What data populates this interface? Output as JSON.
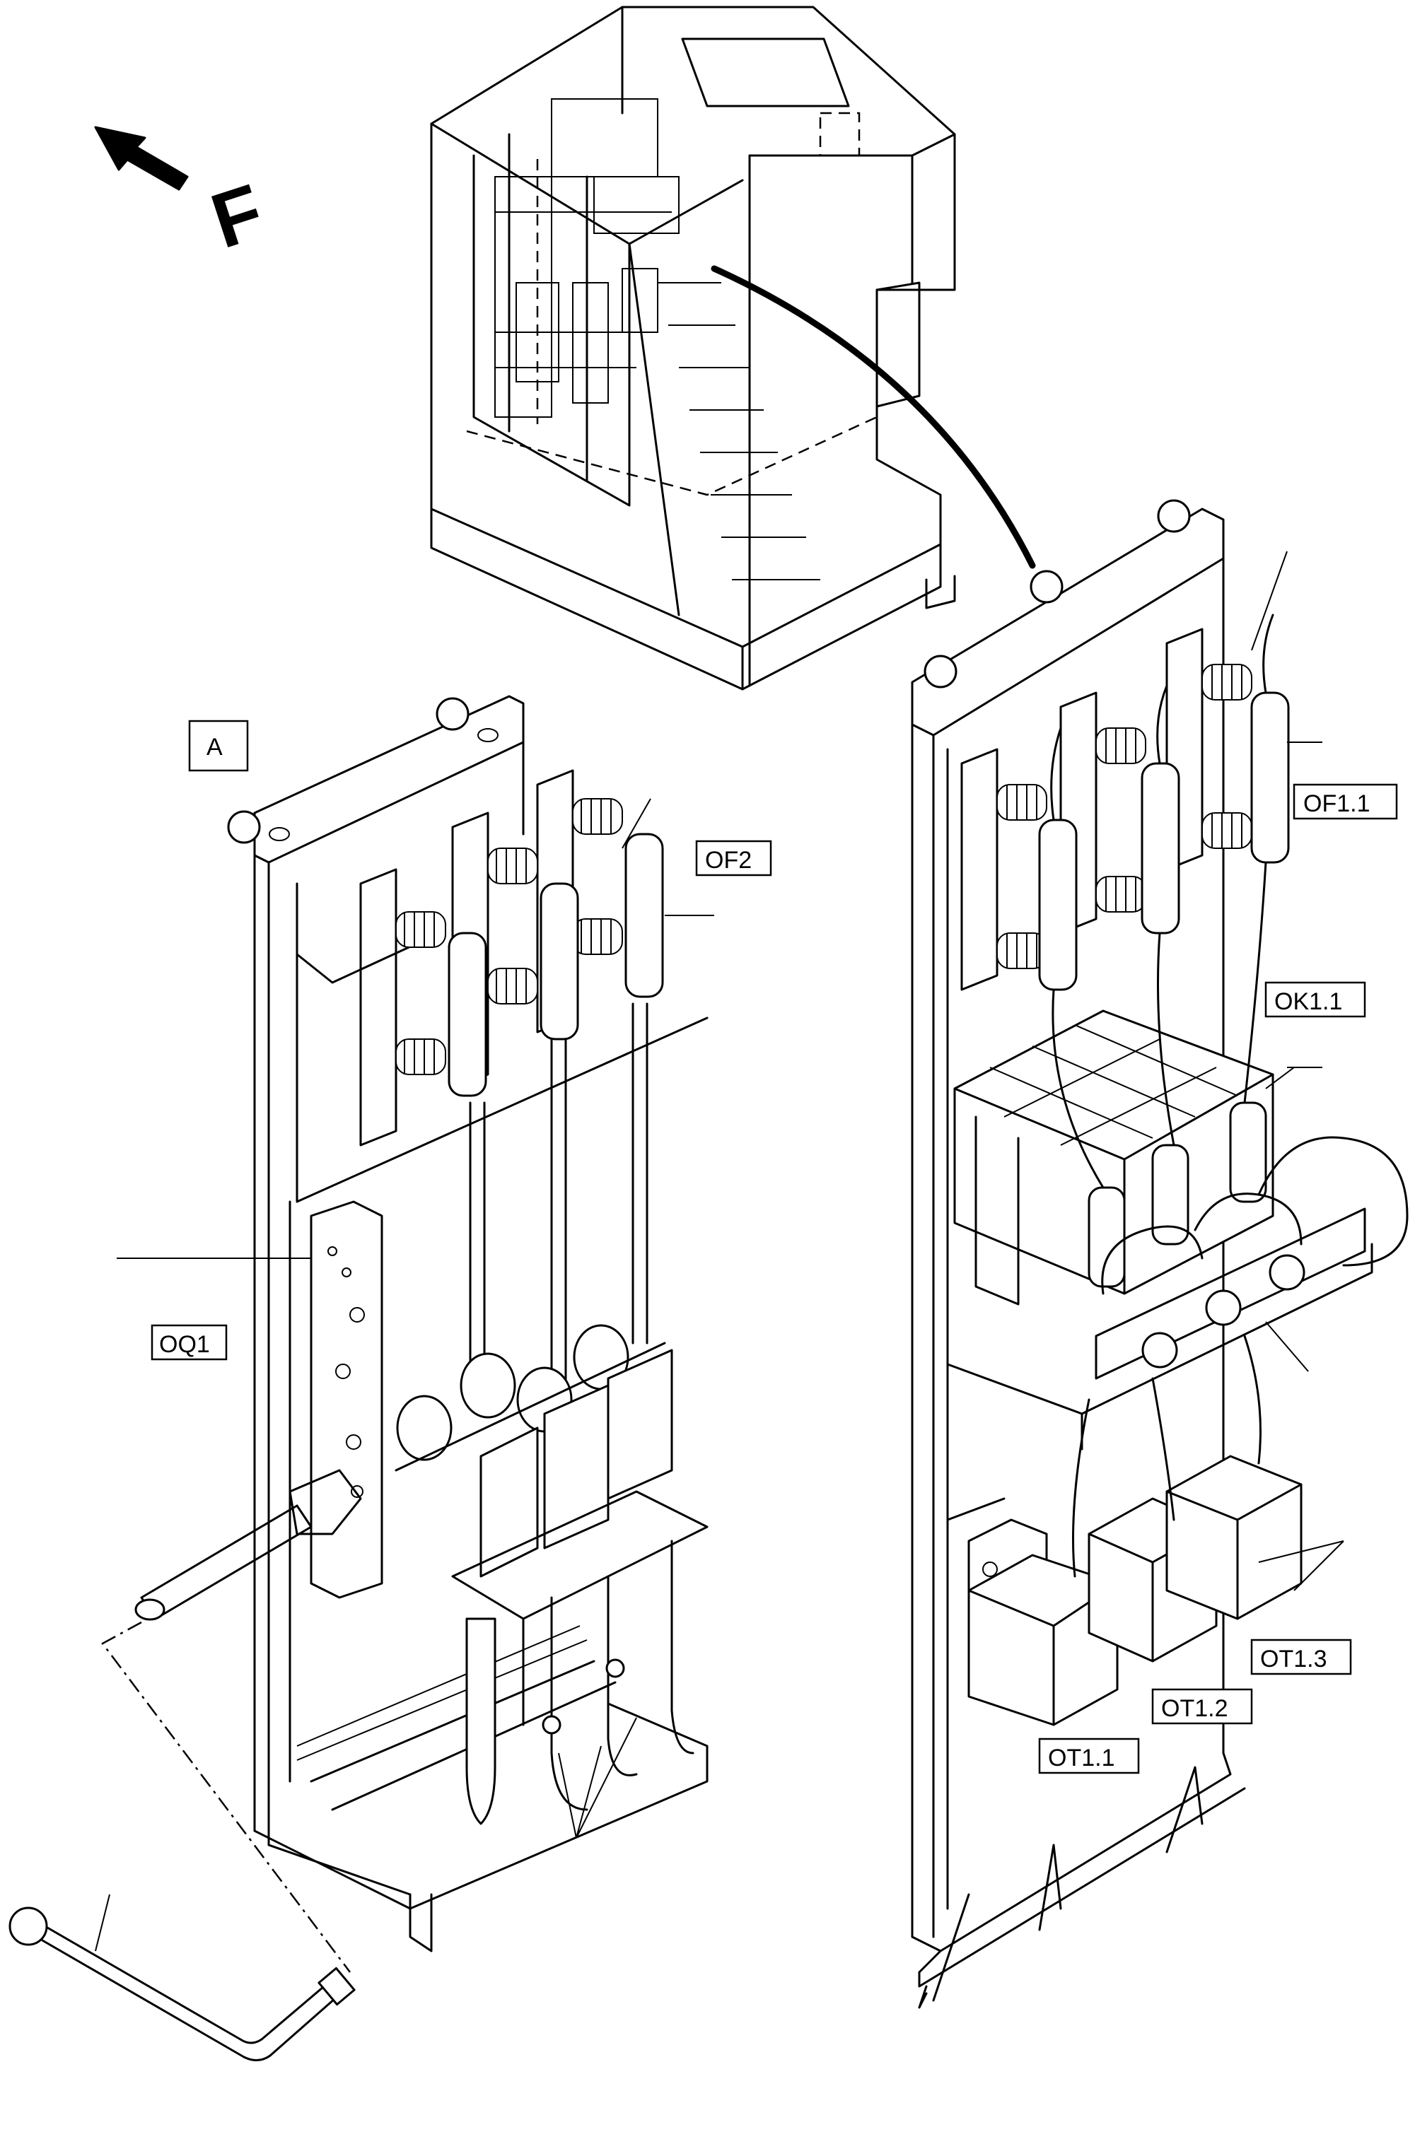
{
  "figure": {
    "direction_arrow_letter": "F",
    "detail_marker": "A",
    "labels": {
      "of2": "OF2",
      "oq1": "OQ1",
      "of1_1": "OF1.1",
      "ok1_1": "OK1.1",
      "ot1_1": "OT1.1",
      "ot1_2": "OT1.2",
      "ot1_3": "OT1.3"
    }
  }
}
